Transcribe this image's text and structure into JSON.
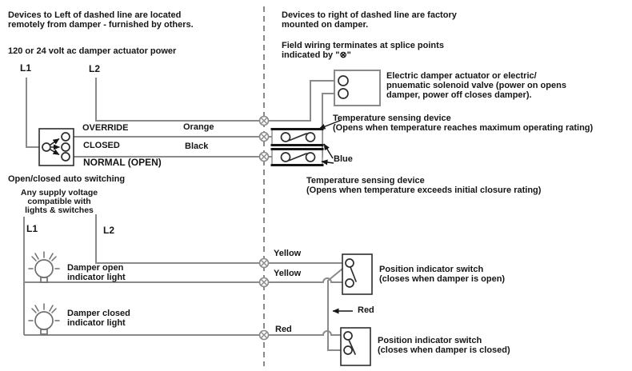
{
  "colors": {
    "wire": "#8a8a8a",
    "ink": "#161616",
    "bg": "#ffffff"
  },
  "left_section": {
    "heading": "Devices to Left of dashed line are located\nremotely from damper - furnished by others.",
    "power_note": "120 or 24 volt ac damper actuator power",
    "l1": "L1",
    "l2": "L2",
    "selector": {
      "position_override": "OVERRIDE",
      "position_closed": "CLOSED",
      "position_normal": "NORMAL (OPEN)",
      "override_wire_color": "Orange",
      "normal_wire_color": "Black"
    },
    "auto_switching_note": "Open/closed auto switching",
    "supply_note": "Any supply voltage\ncompatible with\nlights & switches",
    "lamp_l1": "L1",
    "lamp_l2": "L2",
    "open_lamp_label": "Damper open\nindicator light",
    "closed_lamp_label": "Damper closed\nindicator light"
  },
  "right_section": {
    "heading": "Devices to right of dashed line are factory\nmounted on damper.",
    "splice_note": "Field wiring terminates at splice points\nindicated by \"⊗\"",
    "actuator_label": "Electric damper actuator or electric/\npnuematic solenoid valve (power on opens\ndamper, power off closes damper).",
    "temp_sensor_max_label": "Temperature sensing device\n(Opens when temperature reaches maximum operating rating)",
    "blue_wire_label": "Blue",
    "temp_sensor_initial_label": "Temperature sensing device\n(Opens when temperature exceeds initial closure rating)",
    "open_switch_label": "Position indicator switch\n(closes when damper is open)",
    "closed_switch_label": "Position indicator switch\n(closes when damper is closed)",
    "red_jumper_label": "Red"
  },
  "splice_wire_labels": {
    "yellow_top": "Yellow",
    "yellow_bottom": "Yellow",
    "red": "Red"
  }
}
